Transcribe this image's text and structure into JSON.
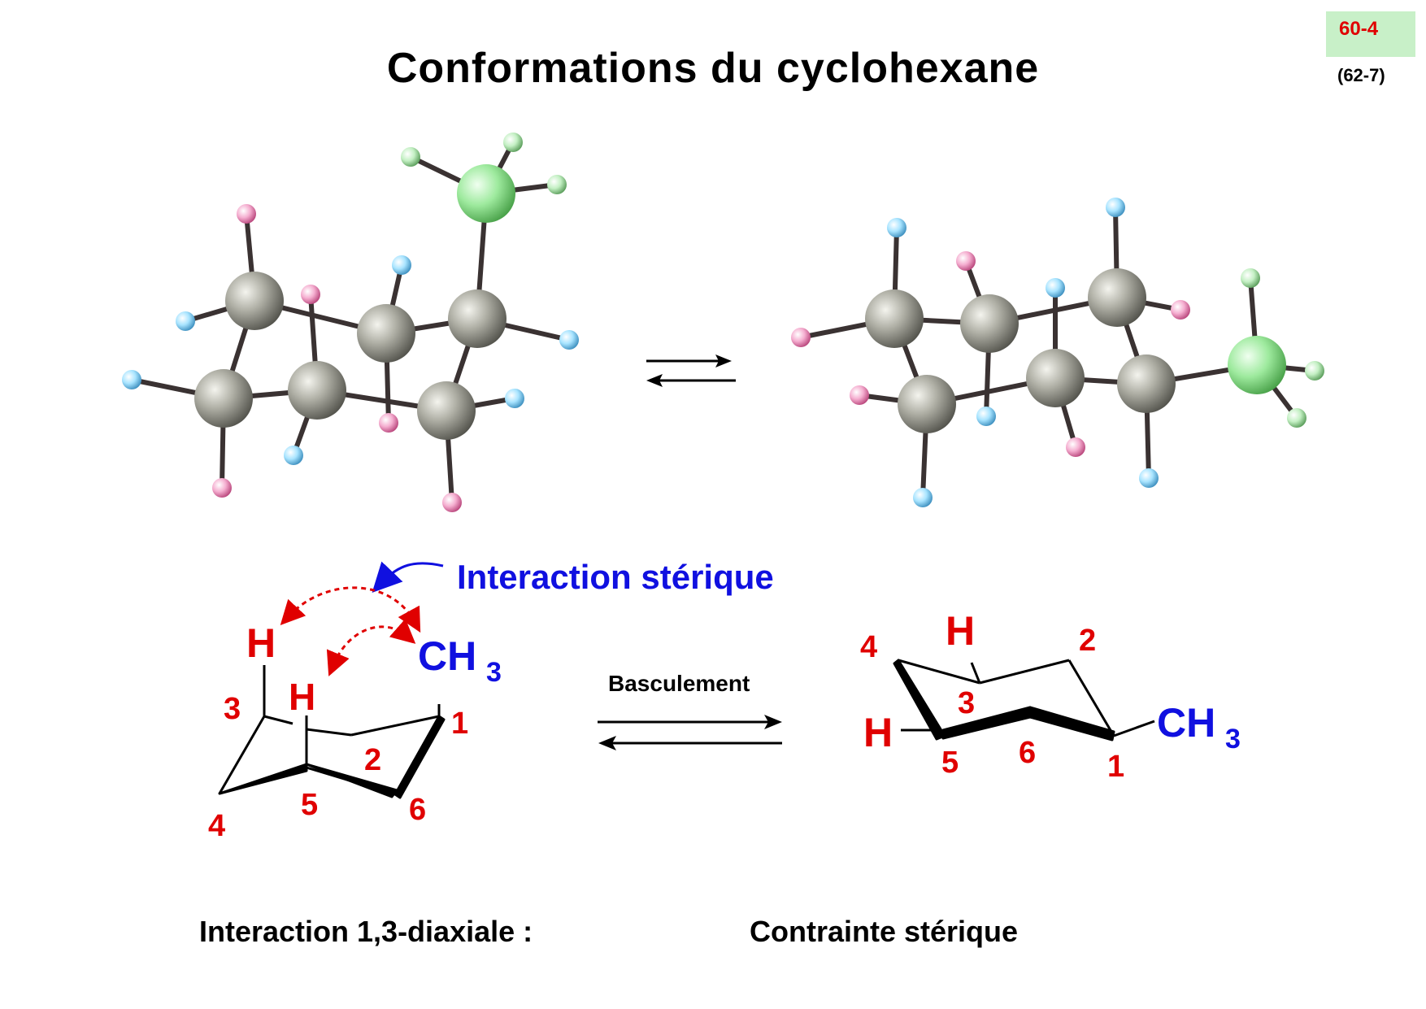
{
  "title": "Conformations du cyclohexane",
  "slide_number": "60-4",
  "reference": "(62-7)",
  "colors": {
    "red": "#e00000",
    "blue": "#1010e0",
    "carbon": "#8f8f86",
    "methyl": "#8ee28e",
    "hydrogen_blue": "#9fe0ff",
    "hydrogen_pink": "#f2a6c7",
    "slide_badge": "#c8f0c8"
  },
  "annotation": {
    "steric_interaction": "Interaction stérique",
    "flip_label": "Basculement"
  },
  "left_chair": {
    "h_top": "H",
    "h_inner": "H",
    "methyl": "CH",
    "methyl_sub": "3",
    "numbers": [
      "1",
      "2",
      "3",
      "4",
      "5",
      "6"
    ]
  },
  "right_chair": {
    "h_top": "H",
    "h_left": "H",
    "methyl": "CH",
    "methyl_sub": "3",
    "numbers": [
      "1",
      "2",
      "3",
      "4",
      "5",
      "6"
    ]
  },
  "captions": {
    "left": "Interaction 1,3-diaxiale :",
    "right": "Contrainte stérique"
  }
}
